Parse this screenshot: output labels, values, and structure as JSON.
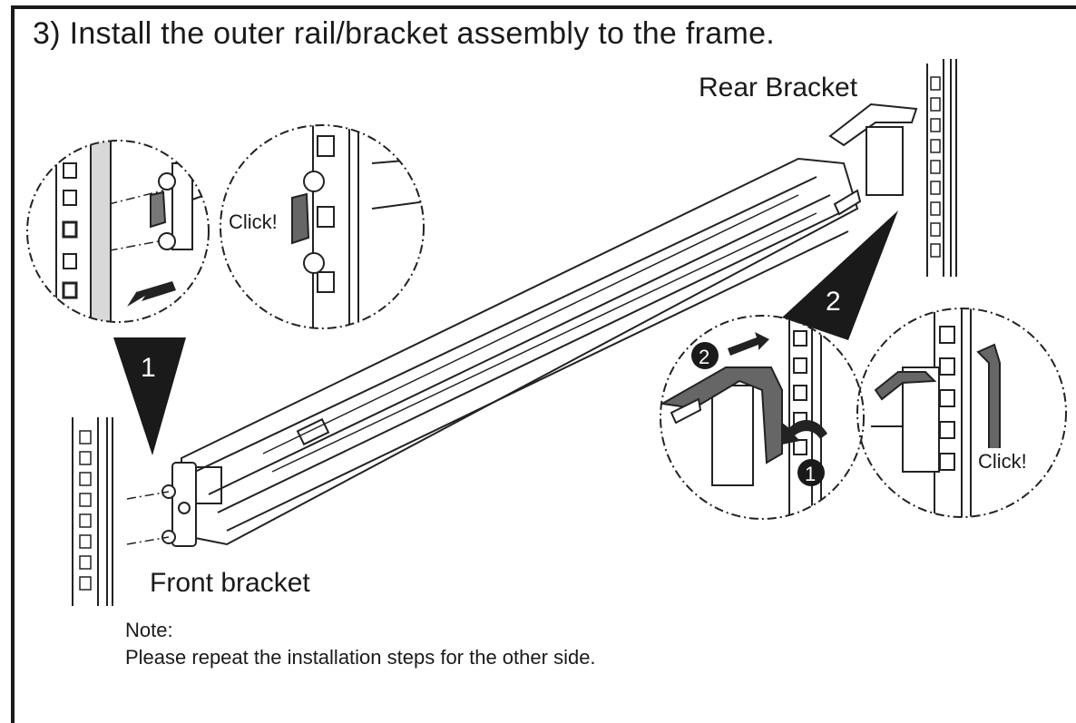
{
  "title": "3) Install the outer rail/bracket assembly to the frame.",
  "labels": {
    "rear_bracket": "Rear Bracket",
    "front_bracket": "Front bracket",
    "click_left": "Click!",
    "click_right": "Click!"
  },
  "steps": {
    "front_step": "1",
    "rear_step": "2",
    "rear_sub_1": "1",
    "rear_sub_2": "2"
  },
  "note": {
    "heading": "Note:",
    "text": "Please repeat the installation steps for the other side."
  },
  "icons": [
    "arrow-left-icon",
    "arrow-right-icon",
    "curved-arrow-icon",
    "pointer-triangle-icon"
  ]
}
